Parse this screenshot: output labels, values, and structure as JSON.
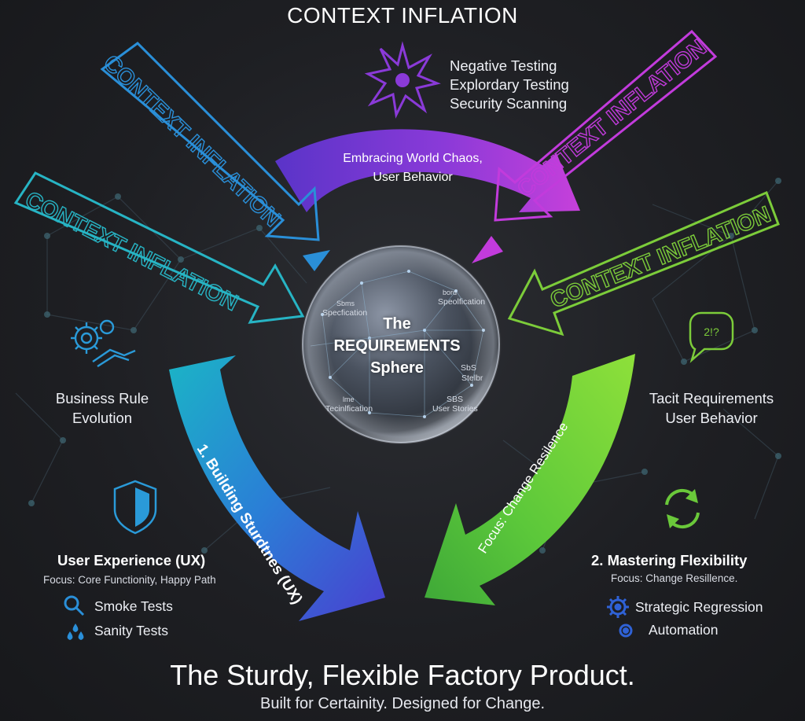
{
  "header": {
    "title": "CONTEXT INFLATION"
  },
  "arrow_labels": {
    "top_left": "CONTEXT INFLATION",
    "mid_left": "CONTEXT INFLATION",
    "top_right": "CONTEXT INFLATION",
    "mid_right": "CONTEXT INFLATION"
  },
  "top_cluster": {
    "items": [
      "Negative Testing",
      "Explordary Testing",
      "Security Scanning"
    ],
    "arc_text_line1": "Embracing World Chaos,",
    "arc_text_line2": "User Behavior"
  },
  "sphere": {
    "title_line1": "The",
    "title_line2": "REQUIREMENTS",
    "title_line3": "Sphere",
    "labels": [
      "Sbms",
      "Specfication",
      "bord",
      "Speolfication",
      "SbS",
      "Stelbr",
      "lme",
      "Tecinlfication",
      "SBS",
      "User Stories"
    ]
  },
  "left_block": {
    "side_line1": "Business Rule",
    "side_line2": "Evolution",
    "arc_text": "1. Building Sturdtnes (UX)",
    "title": "User Experience (UX)",
    "focus": "Focus: Core Functionity, Happy Path",
    "tests": [
      "Smoke Tests",
      "Sanity Tests"
    ]
  },
  "right_block": {
    "side_line1": "Tacit Requirements",
    "side_line2": "User Behavior",
    "arc_text": "Focus: Change Resilence",
    "title": "2. Mastering Flexibility",
    "focus": "Focus: Change Resillence.",
    "tests": [
      "Strategic Regression",
      "Automation"
    ],
    "bubble_text": "2!?"
  },
  "footer": {
    "title": "The Sturdy, Flexible Factory Product.",
    "subtitle": "Built for Certainity. Designed for Change."
  },
  "icons": {
    "burst": "burst-icon",
    "gears_handshake": "gears-handshake-icon",
    "speech_bubble": "speech-bubble-icon",
    "shield": "shield-icon",
    "recycle": "recycle-icon",
    "search": "search-icon",
    "drops": "drops-icon",
    "gear_large": "gear-icon",
    "gear_small": "gear-small-icon"
  },
  "colors": {
    "teal": "#27b4c4",
    "blue": "#2d8fd8",
    "magenta": "#c23bdc",
    "green": "#7ccc3a",
    "purple": "#6a3ad0",
    "background": "#1e1f23"
  }
}
